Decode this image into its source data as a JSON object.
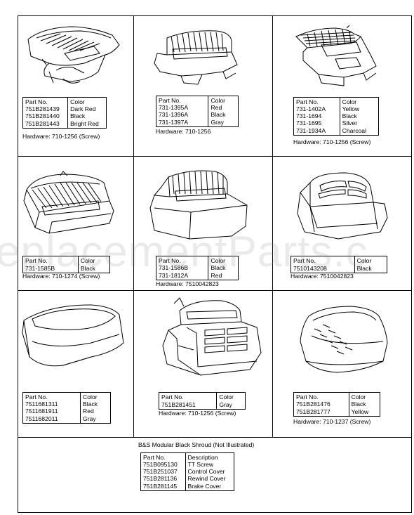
{
  "watermark": "eplacementParts.c",
  "cells": [
    {
      "rows": [
        [
          "Part No.",
          "Color"
        ],
        [
          "751B281439",
          "Dark Red"
        ],
        [
          "751B281440",
          "Black"
        ],
        [
          "751B281443",
          "Bright Red"
        ]
      ],
      "hardware": "Hardware: 710-1256 (Screw)"
    },
    {
      "rows": [
        [
          "Part No.",
          "Color"
        ],
        [
          "731-1395A",
          "Red"
        ],
        [
          "731-1396A",
          "Black"
        ],
        [
          "731-1397A",
          "Gray"
        ]
      ],
      "hardware": "Hardware: 710-1256"
    },
    {
      "rows": [
        [
          "Part No.",
          "Color"
        ],
        [
          "731-1402A",
          "Yellow"
        ],
        [
          "731-1694",
          "Black"
        ],
        [
          "731-1695",
          "Silver"
        ],
        [
          "731-1934A",
          "Charcoal"
        ]
      ],
      "hardware": "Hardware: 710-1256 (Screw)"
    },
    {
      "rows": [
        [
          "Part No.",
          "Color"
        ],
        [
          "731-1585B",
          "Black"
        ]
      ],
      "hardware": "Hardware: 710-1274 (Screw)"
    },
    {
      "rows": [
        [
          "Part No.",
          "Color"
        ],
        [
          "731-1586B",
          "Black"
        ],
        [
          "731-1812A",
          "Red"
        ]
      ],
      "hardware": "Hardware: 7510042823"
    },
    {
      "rows": [
        [
          "Part No.",
          "Color"
        ],
        [
          "7510143208",
          "Black"
        ]
      ],
      "hardware": "Hardware: 7510042823"
    },
    {
      "rows": [
        [
          "Part No.",
          "Color"
        ],
        [
          "7511681311",
          "Black"
        ],
        [
          "7511681911",
          "Red"
        ],
        [
          "7511682011",
          "Gray"
        ]
      ],
      "hardware": ""
    },
    {
      "rows": [
        [
          "Part No.",
          "Color"
        ],
        [
          "751B281451",
          "Gray"
        ]
      ],
      "hardware": "Hardware: 710-1256 (Screw)"
    },
    {
      "rows": [
        [
          "Part No.",
          "Color"
        ],
        [
          "751B281476",
          "Black"
        ],
        [
          "751B281777",
          "Yellow"
        ]
      ],
      "hardware": "Hardware: 710-1237 (Screw)"
    }
  ],
  "footer": {
    "title": "B&S Modular Black Shroud (Not Illustrated)",
    "rows": [
      [
        "Part No.",
        "Description"
      ],
      [
        "751B095130",
        "TT Screw"
      ],
      [
        "751B251037",
        "Control Cover"
      ],
      [
        "751B281136",
        "Rewind Cover"
      ],
      [
        "751B281145",
        "Brake Cover"
      ]
    ]
  }
}
